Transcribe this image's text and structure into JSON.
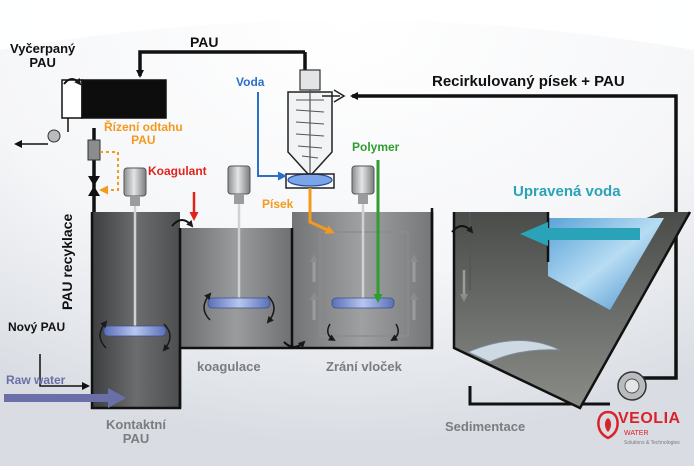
{
  "labels": {
    "spent_pau": "Vyčerpaný\nPAU",
    "pau_top": "PAU",
    "water_in": "Voda",
    "recirc": "Recirkulovaný písek + PAU",
    "outflow_control": "Řízení odtahu\nPAU",
    "coagulant": "Koagulant",
    "polymer": "Polymer",
    "sand": "Písek",
    "treated_water": "Upravená voda",
    "pau_recycle": "PAU recyklace",
    "new_pau": "Nový PAU",
    "raw_water": "Raw water",
    "coagulation": "koagulace",
    "maturation": "Zrání vloček",
    "contact_pau": "Kontaktní\nPAU",
    "sedimentation": "Sedimentace"
  },
  "logo": {
    "name": "VEOLIA",
    "sub": "WATER",
    "tag": "Solutions & Technologies"
  },
  "colors": {
    "orange": "#f39a1c",
    "red": "#e0241b",
    "green": "#2e9e2e",
    "blue_label": "#2b6fc9",
    "teal": "#2aa3b8",
    "raw_water": "#6b6fa8",
    "tank_grey": "#5d5f60",
    "logo_red": "#d8232a"
  }
}
